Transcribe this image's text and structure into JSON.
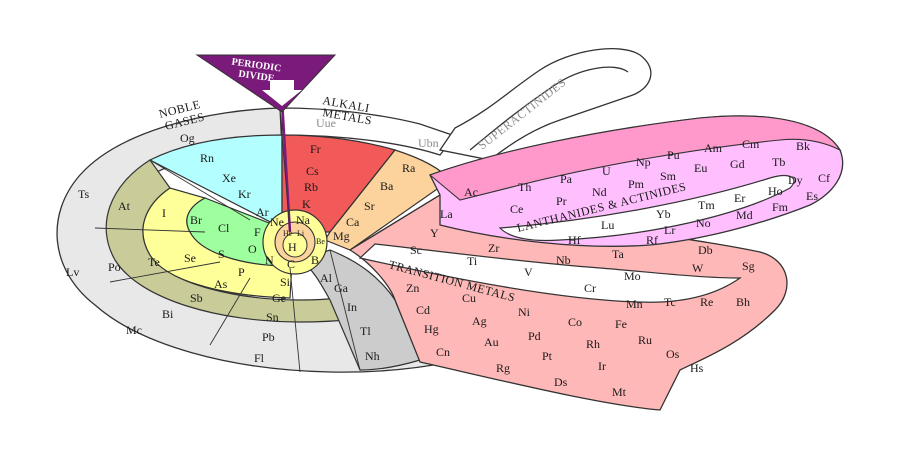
{
  "headings": {
    "periodic_divide_1": "PERIODIC",
    "periodic_divide_2": "DIVIDE",
    "alkali_1": "ALKALI",
    "alkali_2": "METALS",
    "noble_1": "NOBLE",
    "noble_2": "GASES",
    "superactinides": "SUPERACTINIDES",
    "lanthanides": "LANTHANIDES & ACTINIDES",
    "transition": "TRANSITION METALS"
  },
  "colors": {
    "noble_gas": "#b3ffff",
    "alkali": "#f25a5a",
    "alkaline_earth": "#fcd39c",
    "halogen": "#ffff99",
    "nonmetal": "#9eff9e",
    "metalloid": "#c9cc98",
    "poor_metal": "#cccccc",
    "transition": "#ffb8b8",
    "lanthanide": "#ffbfff",
    "actinide": "#ff99cc",
    "undiscovered": "#e8e8e8",
    "divide": "#7a1a7a"
  },
  "elements": {
    "H": "H",
    "He": "He",
    "Li": "Li",
    "Be": "Be",
    "B": "B",
    "C": "C",
    "N": "N",
    "O": "O",
    "F": "F",
    "Ne": "Ne",
    "Na": "Na",
    "Mg": "Mg",
    "Al": "Al",
    "Si": "Si",
    "P": "P",
    "S": "S",
    "Cl": "Cl",
    "Ar": "Ar",
    "K": "K",
    "Ca": "Ca",
    "Ga": "Ga",
    "Ge": "Ge",
    "As": "As",
    "Se": "Se",
    "Br": "Br",
    "Kr": "Kr",
    "Rb": "Rb",
    "Sr": "Sr",
    "In": "In",
    "Sn": "Sn",
    "Sb": "Sb",
    "Te": "Te",
    "I": "I",
    "Xe": "Xe",
    "Cs": "Cs",
    "Ba": "Ba",
    "Tl": "Tl",
    "Pb": "Pb",
    "Bi": "Bi",
    "Po": "Po",
    "At": "At",
    "Rn": "Rn",
    "Fr": "Fr",
    "Ra": "Ra",
    "Nh": "Nh",
    "Fl": "Fl",
    "Mc": "Mc",
    "Lv": "Lv",
    "Ts": "Ts",
    "Og": "Og",
    "Uue": "Uue",
    "Ubn": "Ubn",
    "Sc": "Sc",
    "Ti": "Ti",
    "V": "V",
    "Cr": "Cr",
    "Mn": "Mn",
    "Fe": "Fe",
    "Co": "Co",
    "Ni": "Ni",
    "Cu": "Cu",
    "Zn": "Zn",
    "Y": "Y",
    "Zr": "Zr",
    "Nb": "Nb",
    "Mo": "Mo",
    "Tc": "Tc",
    "Ru": "Ru",
    "Rh": "Rh",
    "Pd": "Pd",
    "Ag": "Ag",
    "Cd": "Cd",
    "Hf": "Hf",
    "Ta": "Ta",
    "W": "W",
    "Re": "Re",
    "Os": "Os",
    "Ir": "Ir",
    "Pt": "Pt",
    "Au": "Au",
    "Hg": "Hg",
    "Rf": "Rf",
    "Db": "Db",
    "Sg": "Sg",
    "Bh": "Bh",
    "Hs": "Hs",
    "Mt": "Mt",
    "Ds": "Ds",
    "Rg": "Rg",
    "Cn": "Cn",
    "La": "La",
    "Ce": "Ce",
    "Pr": "Pr",
    "Nd": "Nd",
    "Pm": "Pm",
    "Sm": "Sm",
    "Eu": "Eu",
    "Gd": "Gd",
    "Tb": "Tb",
    "Dy": "Dy",
    "Ho": "Ho",
    "Er": "Er",
    "Tm": "Tm",
    "Yb": "Yb",
    "Lu": "Lu",
    "Ac": "Ac",
    "Th": "Th",
    "Pa": "Pa",
    "U": "U",
    "Np": "Np",
    "Pu": "Pu",
    "Am": "Am",
    "Cm": "Cm",
    "Bk": "Bk",
    "Cf": "Cf",
    "Es": "Es",
    "Fm": "Fm",
    "Md": "Md",
    "No": "No",
    "Lr": "Lr"
  }
}
